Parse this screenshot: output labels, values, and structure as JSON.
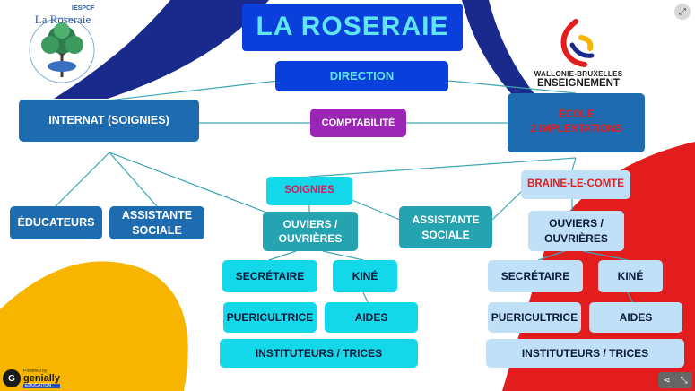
{
  "title": "LA ROSERAIE",
  "logo_left": {
    "top_text": "IESPCF",
    "name": "La Roseraie",
    "icon": "tree-handshake-logo-icon"
  },
  "logo_right": {
    "line1": "WALLONIE-BRUXELLES",
    "line2": "ENSEIGNEMENT",
    "icon": "wallonie-bruxelles-logo-icon"
  },
  "nodes": {
    "direction": "DIRECTION",
    "internat": "INTERNAT (SOIGNIES)",
    "comptabilite": "COMPTABILITÉ",
    "ecole": "ÉCOLE\n2 IMPLENTATIONS",
    "educateurs": "ÉDUCATEURS",
    "assistante_internat": "ASSISTANTE\nSOCIALE",
    "soignies": "SOIGNIES",
    "ouvriers_soignies": "OUVIERS /\nOUVRIÈRES",
    "assistante_ecole": "ASSISTANTE\nSOCIALE",
    "secretaire_soignies": "SECRÉTAIRE",
    "kine_soignies": "KINÉ",
    "puericultrice_soignies": "PUERICULTRICE",
    "aides_soignies": "AIDES",
    "instituteurs_soignies": "INSTITUTEURS / TRICES",
    "braine": "BRAINE-LE-COMTE",
    "ouvriers_braine": "OUVIERS /\nOUVRIÈRES",
    "secretaire_braine": "SECRÉTAIRE",
    "kine_braine": "KINÉ",
    "puericultrice_braine": "PUERICULTRICE",
    "aides_braine": "AIDES",
    "instituteurs_braine": "INSTITUTEURS / TRICES"
  },
  "footer": {
    "powered": "Powered by",
    "brand": "genially",
    "edition": "EDUCATION"
  },
  "colors": {
    "navy": "#1e6bb0",
    "royal": "#0a3fdc",
    "cyan": "#12d8ea",
    "teal": "#26a3b0",
    "light": "#bfe0f7",
    "purple": "#9b26b6",
    "red": "#e31d1d",
    "yellow": "#f7b500"
  }
}
